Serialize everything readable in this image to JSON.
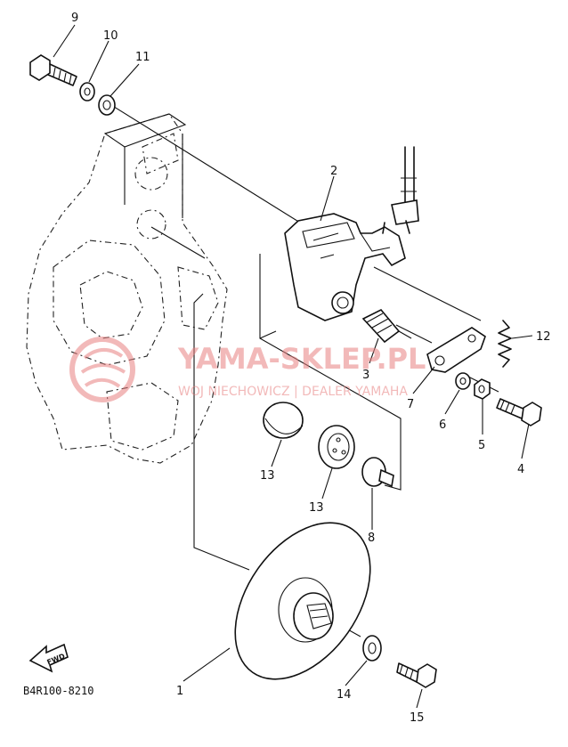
{
  "diagram": {
    "part_code": "B4R100-8210",
    "fwd_label": "FWD",
    "callouts": {
      "c1": "1",
      "c2": "2",
      "c3": "3",
      "c4": "4",
      "c5": "5",
      "c6": "6",
      "c7": "7",
      "c8": "8",
      "c9": "9",
      "c10": "10",
      "c11": "11",
      "c12": "12",
      "c13a": "13",
      "c13b": "13",
      "c14": "14",
      "c15": "15"
    }
  },
  "watermark": {
    "title": "YAMA-SKLEP.PL",
    "subtitle": "WOJ NIECHOWICZ | DEALER YAMAHA",
    "color": "#e88080"
  }
}
